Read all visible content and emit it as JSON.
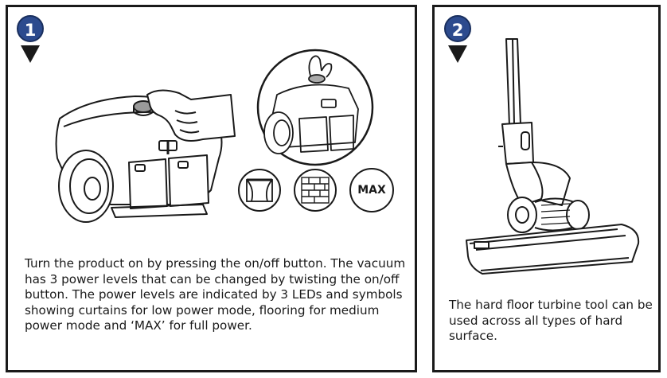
{
  "panel1": {
    "step_number": "1",
    "description": "Turn the product on by pressing the on/off button. The vacuum has 3 power levels that can be changed by twisting the on/off button.  The power levels are indicated by 3 LEDs and symbols showing curtains for low power mode, flooring for medium power mode and ‘MAX’ for full power.",
    "icons": [
      "curtains-icon",
      "flooring-icon",
      "max-icon"
    ],
    "max_label": "MAX"
  },
  "panel2": {
    "step_number": "2",
    "description": "The hard floor turbine tool can be used across all types of hard surface."
  },
  "colors": {
    "badge": "#2d4b8e",
    "line": "#1a1a1a"
  }
}
